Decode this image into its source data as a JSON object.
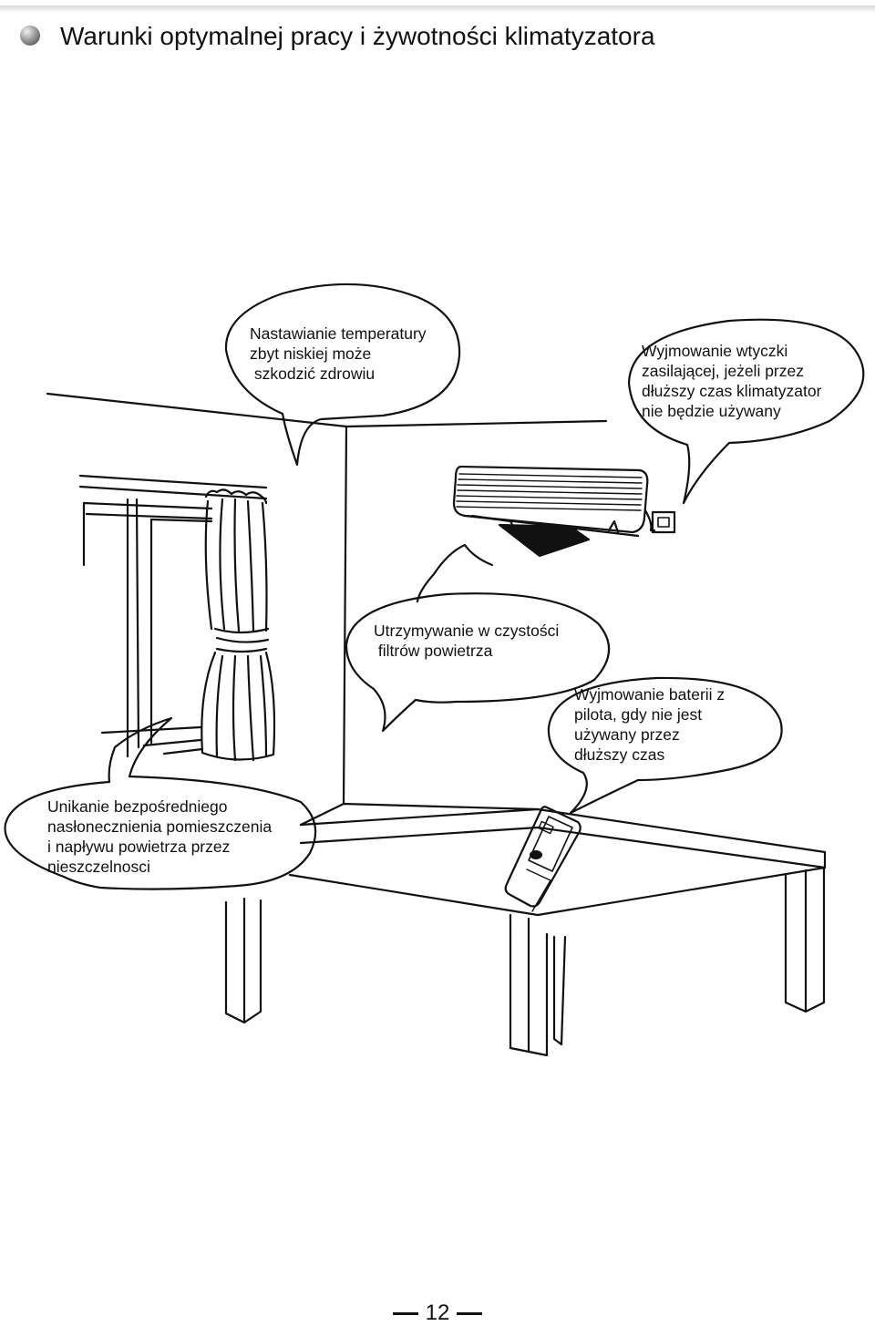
{
  "page": {
    "title": "Warunki optymalnej pracy i żywotności klimatyzatora",
    "page_number": "12"
  },
  "callouts": {
    "temperature": [
      "Nastawianie temperatury",
      "zbyt niskiej może",
      " szkodzić zdrowiu"
    ],
    "plug": [
      "Wyjmowanie wtyczki",
      "zasilającej, jeżeli przez",
      "dłuższy czas klimatyzator",
      "nie będzie używany"
    ],
    "filters": [
      "Utrzymywanie w czystości",
      " filtrów powietrza"
    ],
    "batteries": [
      "Wyjmowanie baterii z",
      "pilota, gdy nie jest",
      "używany przez",
      "dłuższy czas"
    ],
    "sunlight": [
      "Unikanie bezpośredniego",
      "nasłonecznienia pomieszczenia",
      "i napływu powietrza przez",
      "nieszczelnosci"
    ]
  },
  "icons": {
    "bullet": "sphere-bullet-icon",
    "air_conditioner": "air-conditioner-icon",
    "remote": "remote-control-icon",
    "socket": "wall-socket-icon"
  }
}
